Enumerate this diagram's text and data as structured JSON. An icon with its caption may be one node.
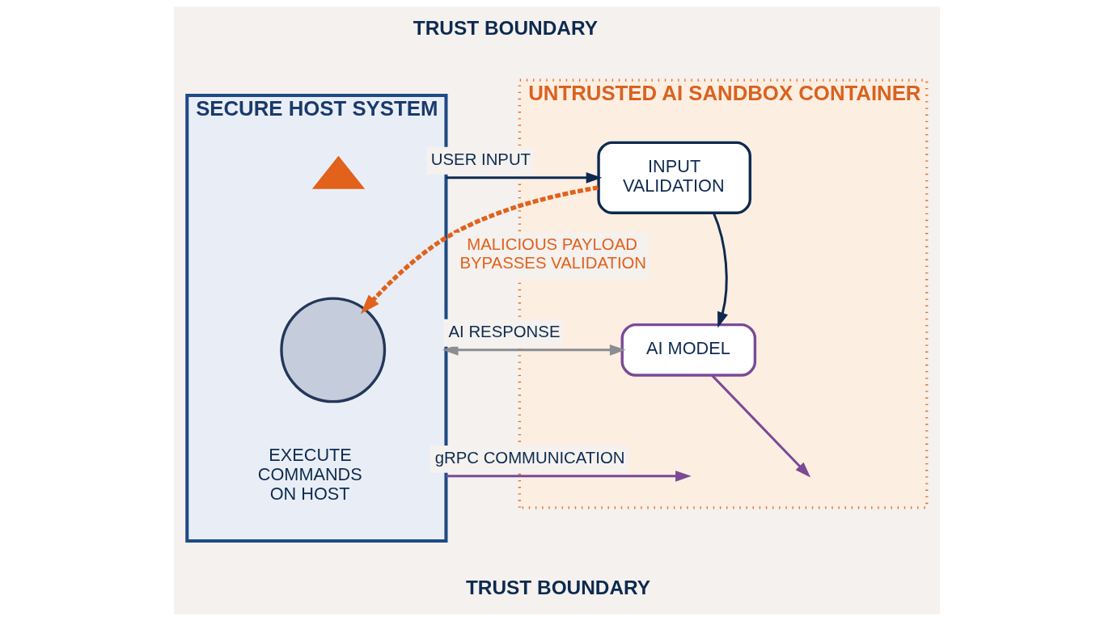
{
  "diagram": {
    "nodes": [
      {
        "text": [
          "SECURE HOST SYSTEM"
        ]
      },
      {
        "text": [],
        "shape": "triangle",
        "in": 0
      },
      {
        "text": [],
        "shape": "circle",
        "in": 0,
        "beside": [
          "EXECUTE COMMANDS ON HOST"
        ]
      },
      {
        "text": [
          "UNTRUSTED AI SANDBOX CONTAINER"
        ]
      },
      {
        "text": [
          "INPUT VALIDATION"
        ],
        "in": 3
      },
      {
        "text": [
          "AI MODEL"
        ],
        "in": 3
      }
    ],
    "edges": [
      {
        "from": 0,
        "to": 4,
        "arrow": "to",
        "label": "USER INPUT"
      },
      {
        "from": 4,
        "to": 5,
        "arrow": "to"
      },
      {
        "from": 4,
        "to": 2,
        "arrow": "to",
        "label": "MALICIOUS PAYLOAD BYPASSES VALIDATION",
        "style": "dashed",
        "color": "#e2611b"
      },
      {
        "from": 0,
        "to": null,
        "arrow": "to",
        "label": "gRPC COMMUNICATION",
        "color": "#7b4a96"
      },
      {
        "from": 5,
        "to": null,
        "arrow": "to",
        "color": "#7b4a96"
      },
      {
        "from": 0,
        "to": 5,
        "arrow": "both",
        "label": "AI RESPONSE",
        "color": "#8a8d91"
      }
    ],
    "labels": [
      "TRUST BOUNDARY",
      "TRUST BOUNDARY"
    ]
  }
}
